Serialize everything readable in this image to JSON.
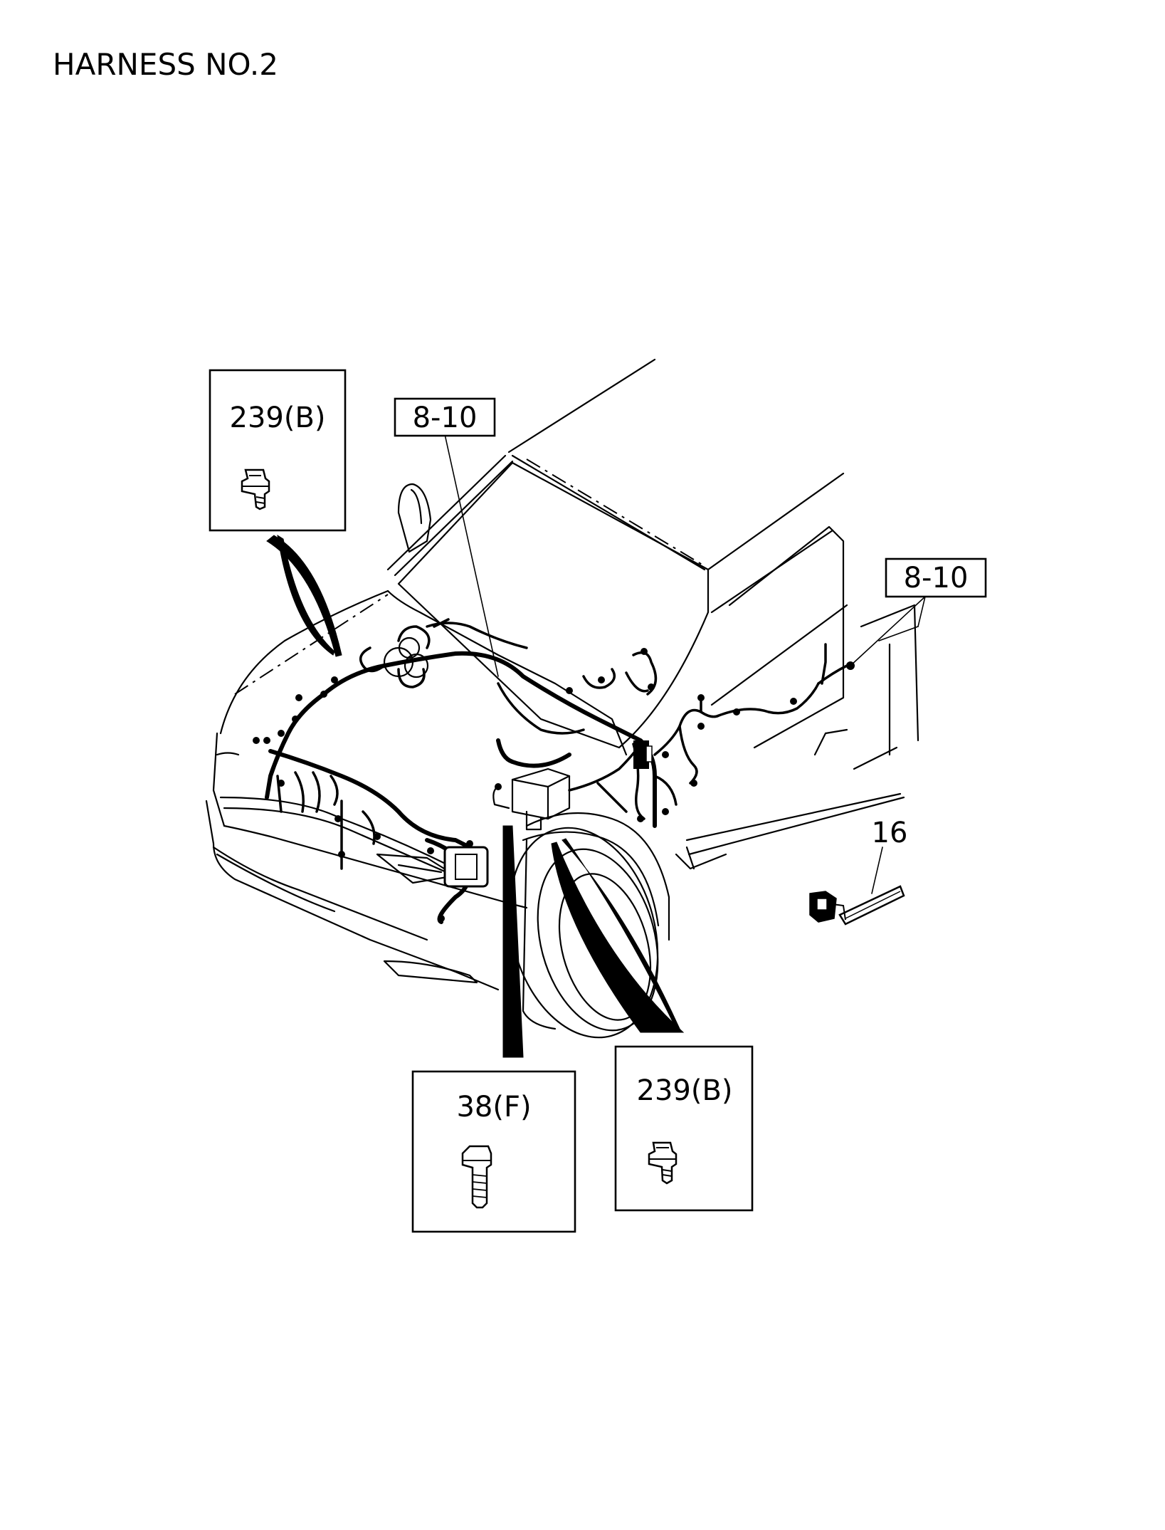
{
  "title": "HARNESS NO.2",
  "callouts": {
    "ref_top_center": "8-10",
    "ref_right": "8-10",
    "part_bolt_top_left": "239(B)",
    "part_bolt_bottom_center": "38(F)",
    "part_bolt_bottom_right": "239(B)",
    "part_harness_piece": "16"
  },
  "icons": {
    "bolt_top_left": "flange-bolt-icon",
    "bolt_bottom_center": "flange-bolt-icon",
    "bolt_bottom_right": "flange-bolt-icon",
    "harness_piece": "harness-connector-icon"
  }
}
